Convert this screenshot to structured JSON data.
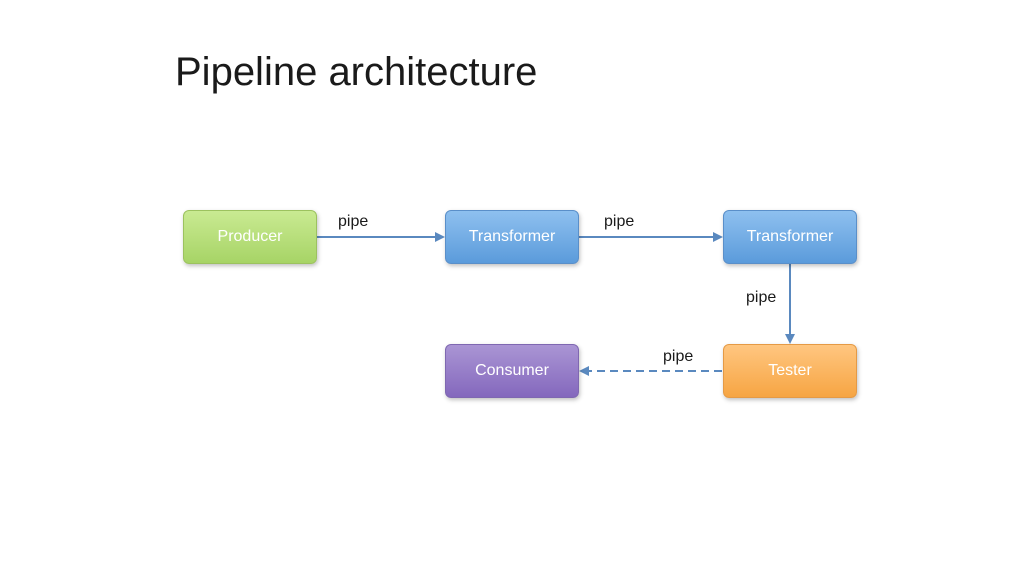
{
  "title": "Pipeline architecture",
  "nodes": {
    "producer": "Producer",
    "transformer_1": "Transformer",
    "transformer_2": "Transformer",
    "tester": "Tester",
    "consumer": "Consumer"
  },
  "edges": [
    {
      "from": "Producer",
      "to": "Transformer",
      "label": "pipe",
      "style": "solid"
    },
    {
      "from": "Transformer",
      "to": "Transformer",
      "label": "pipe",
      "style": "solid"
    },
    {
      "from": "Transformer",
      "to": "Tester",
      "label": "pipe",
      "style": "solid"
    },
    {
      "from": "Tester",
      "to": "Consumer",
      "label": "pipe",
      "style": "dashed"
    }
  ],
  "colors": {
    "producer": "#a7d466",
    "transformer": "#5b9bdb",
    "tester": "#f6a543",
    "consumer": "#8468bd",
    "arrow": "#5a89bf"
  }
}
